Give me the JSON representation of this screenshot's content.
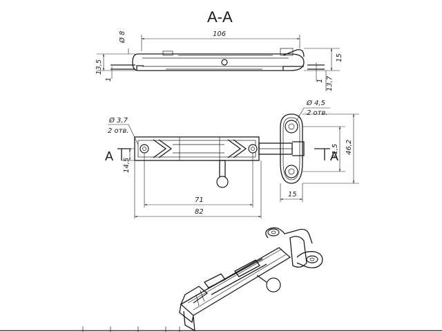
{
  "section": {
    "title": "A-A",
    "left_marker": "A",
    "right_marker": "A"
  },
  "dimensions": {
    "top_length": "106",
    "top_dia": "Ø 8",
    "top_h1": "13,5",
    "top_h2": "1",
    "top_r1": "15",
    "top_r2": "1",
    "top_r3": "13,7",
    "hole_small": "Ø 3,7",
    "hole_small_qty": "2 отв.",
    "hole_large": "Ø 4,5",
    "hole_large_qty": "2 отв.",
    "h_left": "14,5",
    "h_right1": "31,5",
    "h_right2": "46,2",
    "w_bracket": "15",
    "len_inner": "71",
    "len_outer": "82"
  }
}
